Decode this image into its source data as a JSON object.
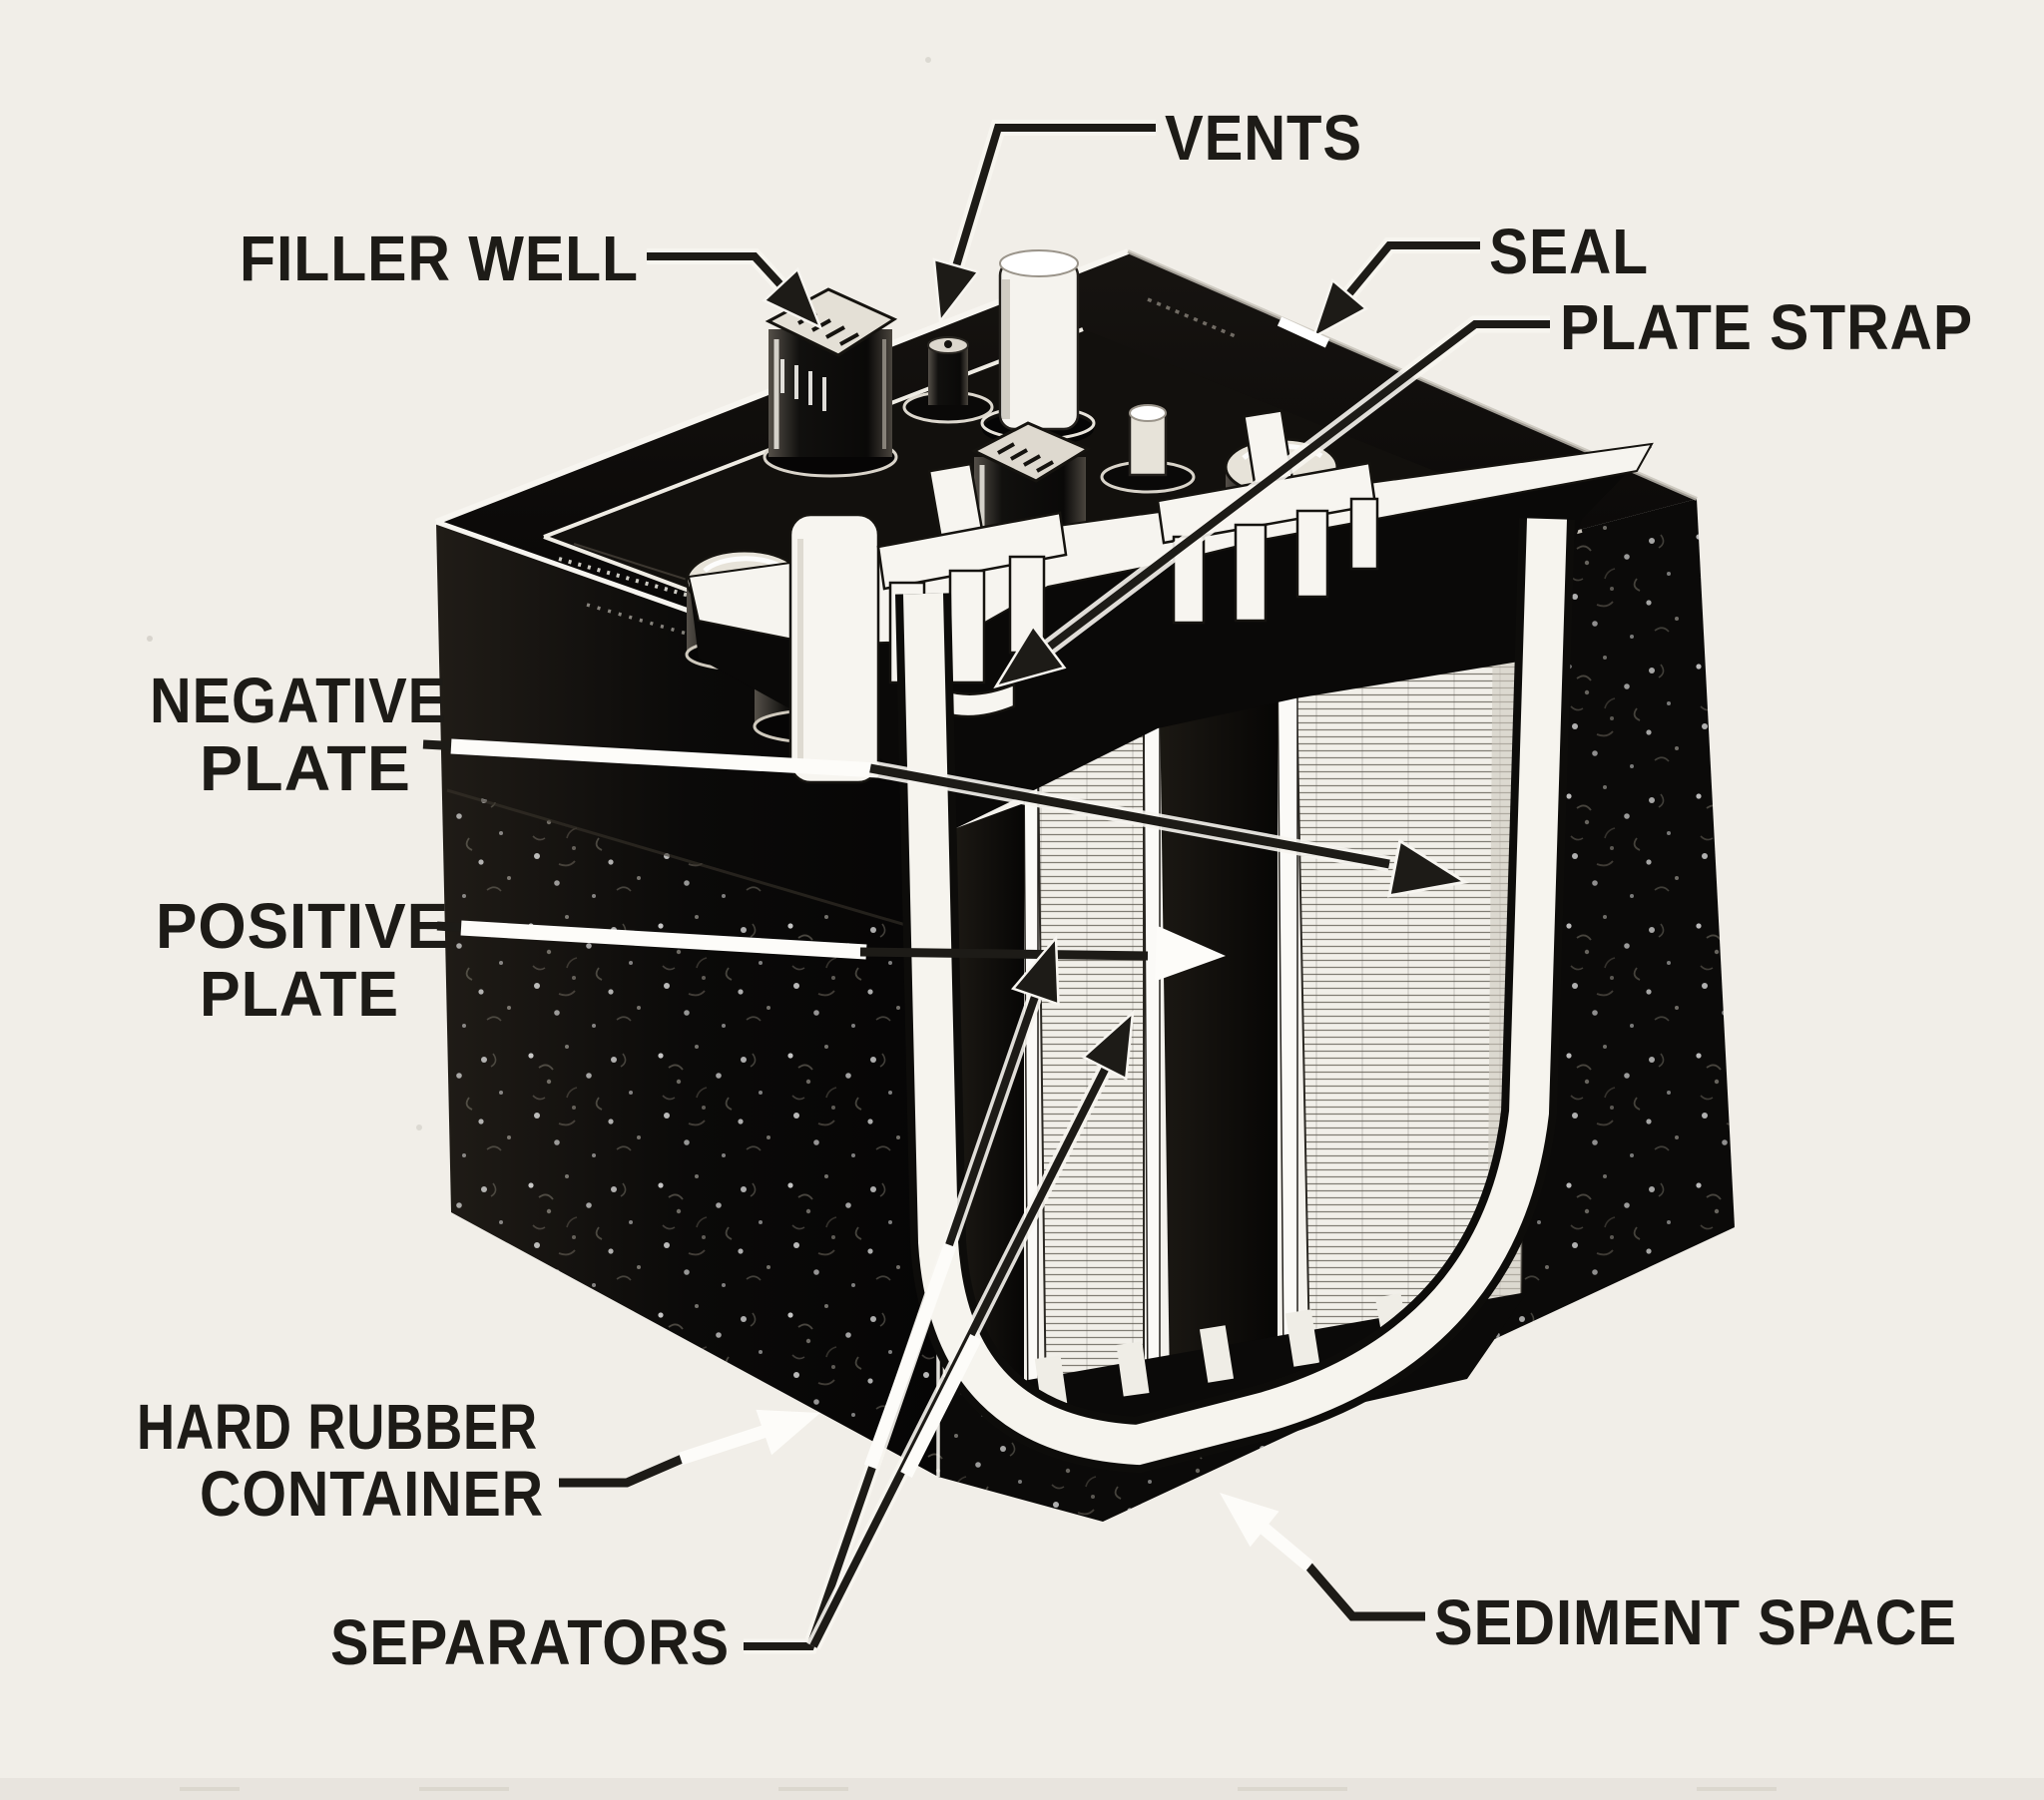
{
  "figure": {
    "title": "Cutaway diagram of a storage battery",
    "type": "labeled-cutaway-illustration"
  },
  "colors": {
    "paper": "#f1eee8",
    "ink": "#1d1b17",
    "battery_black": "#0b0a09",
    "highlight_white": "#f7f5f0",
    "plate_hatch": "#5b564d"
  },
  "labels": {
    "filler_well": "FILLER WELL",
    "vents": "VENTS",
    "seal": "SEAL",
    "plate_strap": "PLATE STRAP",
    "negative_plate_line1": "NEGATIVE",
    "negative_plate_line2": "PLATE",
    "positive_plate_line1": "POSITIVE",
    "positive_plate_line2": "PLATE",
    "hard_rubber_line1": "HARD RUBBER",
    "hard_rubber_line2": "CONTAINER",
    "separators": "SEPARATORS",
    "sediment_space": "SEDIMENT SPACE"
  }
}
